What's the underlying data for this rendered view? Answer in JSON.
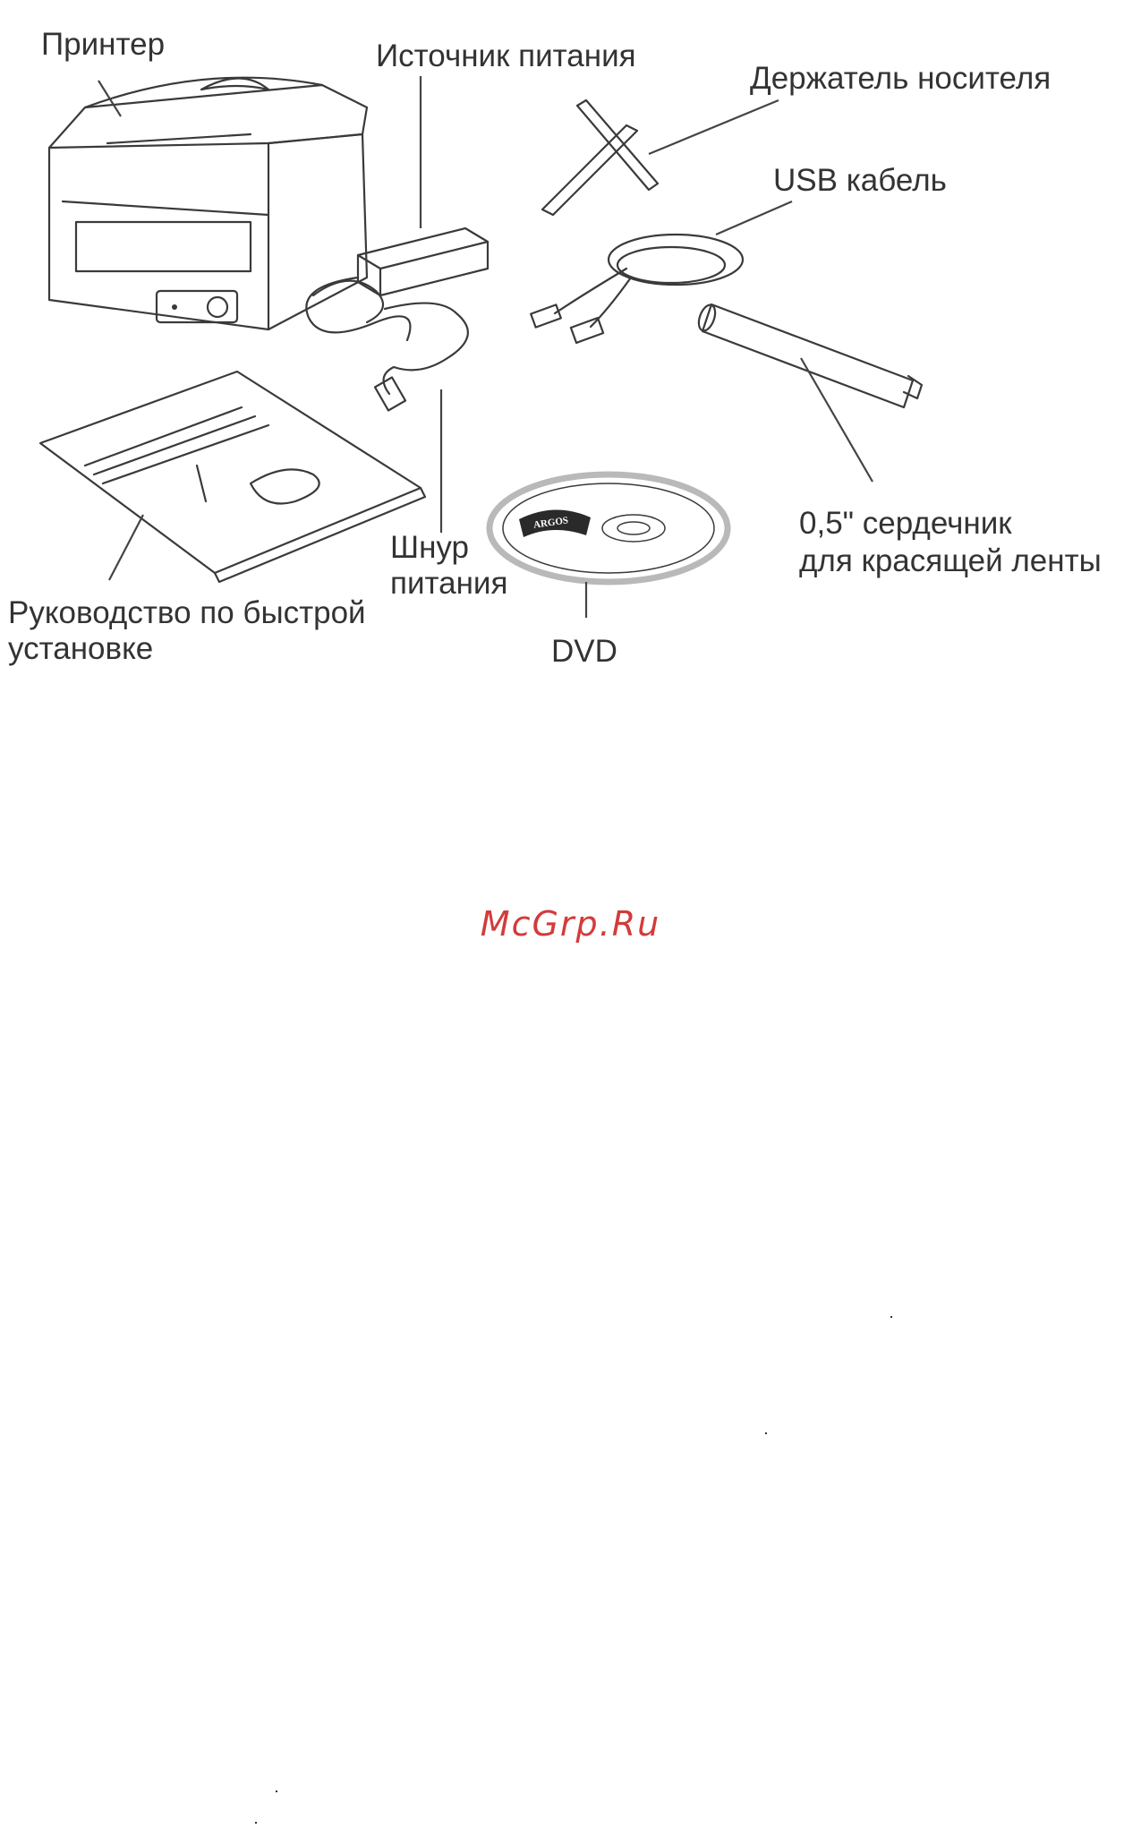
{
  "figure": {
    "labels": {
      "printer": "Принтер",
      "power_supply": "Источник питания",
      "media_holder": "Держатель носителя",
      "usb_cable": "USB кабель",
      "ribbon_core_line1": "0,5\" сердечник",
      "ribbon_core_line2": "для красящей ленты",
      "power_cord_line1": "Шнур",
      "power_cord_line2": "питания",
      "quick_guide_line1": "Руководство по быстрой",
      "quick_guide_line2": "установке",
      "dvd": "DVD",
      "dvd_brand": "ARGOS"
    }
  },
  "watermark": "McGrp.Ru",
  "colors": {
    "watermark": "#d43a3a",
    "line_art": "#3a3a3a",
    "label_text": "#333333"
  }
}
